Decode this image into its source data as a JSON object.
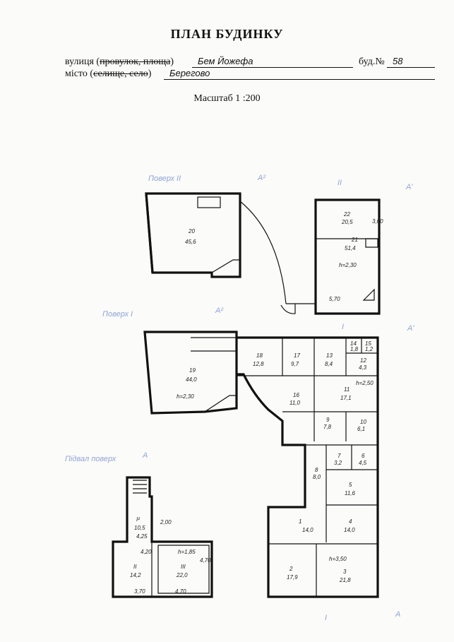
{
  "header": {
    "title": "ПЛАН БУДИНКУ",
    "street_label_pre": "вулиця (",
    "street_label_strike": "провулок, площа",
    "street_label_post": ")",
    "street_value": "Бем Йожефа",
    "house_label": "буд.№",
    "house_value": "58",
    "city_label_pre": "місто (",
    "city_label_strike": "селище, село",
    "city_label_post": ")",
    "city_value": "Берегово",
    "scale": "Масштаб 1 :200"
  },
  "stamps": {
    "second_floor": "Поверх II",
    "first_floor": "Поверх I",
    "basement": "Підвал поверх",
    "section_a": "А",
    "section_a2": "А²",
    "section_a1": "А'",
    "section_i": "І",
    "section_ii": "ІІ"
  },
  "rooms_floor2": [
    {
      "no": "20",
      "area": "45,6"
    },
    {
      "no": "22",
      "area": "20,5"
    },
    {
      "no": "21",
      "area": "51,4"
    }
  ],
  "floor2_notes": {
    "height": "h=2,30",
    "dim_a": "5,70",
    "dim_b": "3,60"
  },
  "rooms_floor1": [
    {
      "no": "19",
      "area": "44,0"
    },
    {
      "no": "18",
      "area": "12,8"
    },
    {
      "no": "17",
      "area": "9,7"
    },
    {
      "no": "13",
      "area": "8,4"
    },
    {
      "no": "14",
      "area": "1,8"
    },
    {
      "no": "15",
      "area": "1,2"
    },
    {
      "no": "12",
      "area": "4,3"
    },
    {
      "no": "16",
      "area": "11,0"
    },
    {
      "no": "11",
      "area": "17,1"
    },
    {
      "no": "9",
      "area": "7,8"
    },
    {
      "no": "10",
      "area": "6,1"
    },
    {
      "no": "7",
      "area": "3,2"
    },
    {
      "no": "6",
      "area": "4,5"
    },
    {
      "no": "8",
      "area": "8,0"
    },
    {
      "no": "5",
      "area": "11,6"
    },
    {
      "no": "1",
      "area": "14,0"
    },
    {
      "no": "4",
      "area": "14,0"
    },
    {
      "no": "2",
      "area": "17,9"
    },
    {
      "no": "3",
      "area": "21,8"
    }
  ],
  "floor1_notes": {
    "height_a": "h=2,30",
    "height_b": "h=2,50",
    "height_c": "h=3,50"
  },
  "rooms_basement": [
    {
      "no": "I²",
      "area": "10,5",
      "extra": "4,25"
    },
    {
      "no": "II",
      "area": "14,2"
    },
    {
      "no": "III",
      "area": "22,0"
    }
  ],
  "basement_notes": {
    "height": "h=1,85",
    "dim_a": "3,70",
    "dim_b": "4,70",
    "dim_c": "4,70",
    "dim_d": "4,20",
    "dim_e": "2,00"
  }
}
